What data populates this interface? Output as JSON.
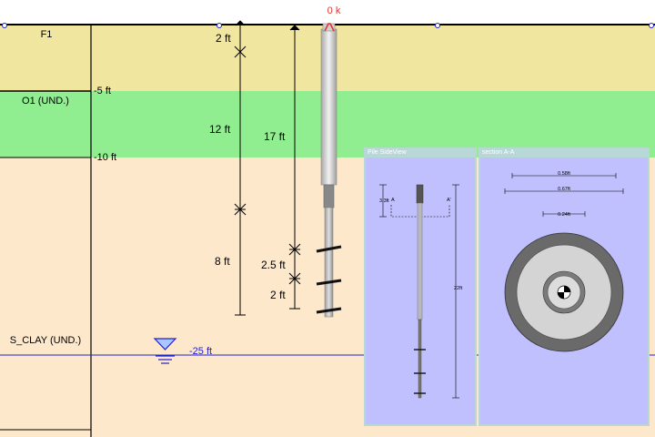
{
  "load": {
    "value_label": "0 k",
    "color": "#e83030"
  },
  "layers": [
    {
      "name": "F1",
      "bottom_label": "-5 ft",
      "color": "#f0e6a0"
    },
    {
      "name": "O1 (UND.)",
      "bottom_label": "-10 ft",
      "color": "#90ee90"
    },
    {
      "name": "S_CLAY (UND.)",
      "bottom_label": "",
      "color": "#fde8cc"
    }
  ],
  "water_table": {
    "label": "-25 ft",
    "color": "#2222cc"
  },
  "dimensions": {
    "left_chain": [
      "2 ft",
      "12 ft",
      "8 ft"
    ],
    "right_chain": [
      "17 ft",
      "2.5 ft",
      "2 ft"
    ]
  },
  "panels": {
    "side_view": {
      "title": "Pile SideView",
      "depth_dim": "3.3ft",
      "section_label_left": "A",
      "section_label_right": "A'",
      "length_dim": "22ft"
    },
    "section": {
      "title": "section A-A",
      "outer_dim": "0.58ft",
      "middle_dim": "0.67ft",
      "inner_dim": "0.24ft"
    }
  },
  "colors": {
    "panel_bg": "#c0c0ff",
    "panel_frame": "#b8d8d8",
    "helix": "#111111"
  }
}
